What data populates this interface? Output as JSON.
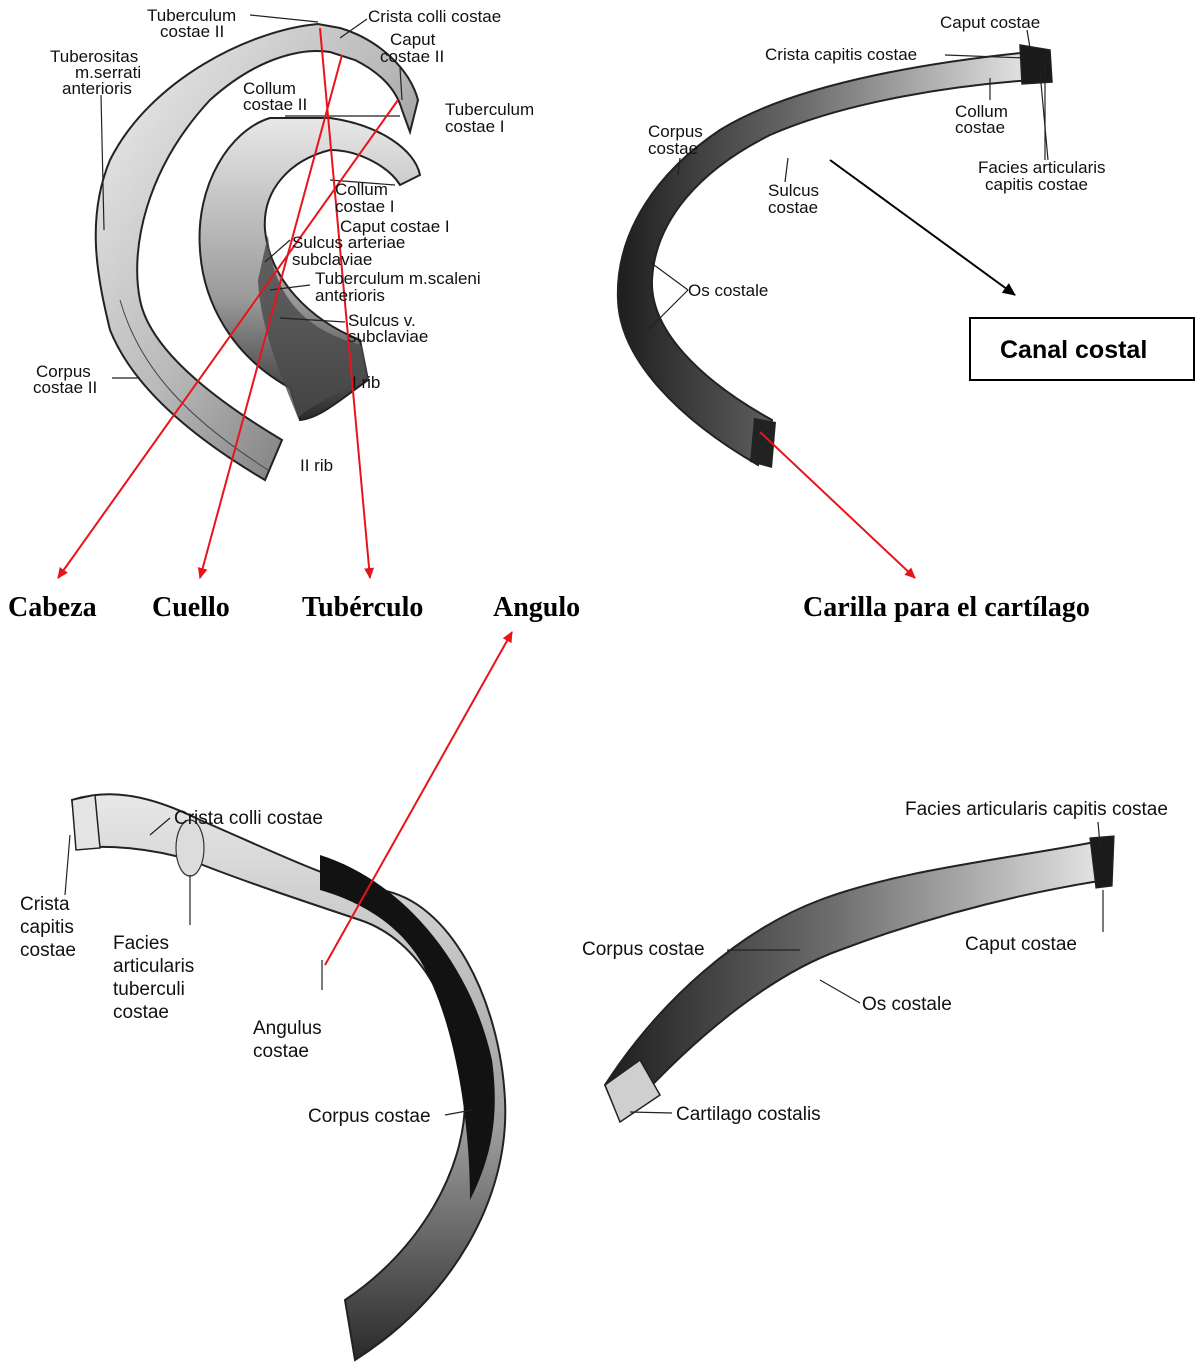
{
  "colors": {
    "pointer_red": "#e8141c",
    "pointer_black": "#000000",
    "bone_light": "#d9d9d9",
    "bone_dark": "#2b2b2b",
    "text": "#111111"
  },
  "captions": {
    "cabeza": "Cabeza",
    "cuello": "Cuello",
    "tuberculo": "Tubérculo",
    "angulo": "Angulo",
    "carilla": "Carilla para el cartílago",
    "canal_costal": "Canal costal"
  },
  "top_left_labels": {
    "tuberculum_costae_ii": [
      "Tuberculum",
      "costae II"
    ],
    "crista_colli_costae": "Crista colli costae",
    "caput_costae_ii": [
      "Caput",
      "costae II"
    ],
    "tuberositas": [
      "Tuberositas",
      "m.serrati",
      "anterioris"
    ],
    "collum_costae_ii": [
      "Collum",
      "costae II"
    ],
    "tuberculum_costae_i": [
      "Tuberculum",
      "costae I"
    ],
    "collum_costae_i": [
      "Collum",
      "costae I"
    ],
    "caput_costae_i": "Caput costae I",
    "sulcus_arteriae": [
      "Sulcus arteriae",
      "subclaviae"
    ],
    "tuberculum_scaleni": [
      "Tuberculum m.scaleni",
      "anterioris"
    ],
    "sulcus_v": [
      "Sulcus v.",
      "subclaviae"
    ],
    "corpus_costae_ii": [
      "Corpus",
      "costae II"
    ],
    "i_rib": "I rib",
    "ii_rib": "II rib"
  },
  "top_right_labels": {
    "caput_costae": "Caput costae",
    "crista_capitis_costae": "Crista capitis costae",
    "collum_costae": [
      "Collum",
      "costae"
    ],
    "corpus_costae": [
      "Corpus",
      "costae"
    ],
    "sulcus_costae": [
      "Sulcus",
      "costae"
    ],
    "facies_articularis": [
      "Facies articularis",
      "capitis costae"
    ],
    "os_costale": "Os costale"
  },
  "bottom_left_labels": {
    "crista_colli_costae": "Crista colli costae",
    "crista_capitis_costae": [
      "Crista",
      "capitis",
      "costae"
    ],
    "facies_articularis_tuberculi": [
      "Facies",
      "articularis",
      "tuberculi",
      "costae"
    ],
    "angulus_costae": [
      "Angulus",
      "costae"
    ],
    "corpus_costae": "Corpus costae"
  },
  "bottom_right_labels": {
    "facies_articularis_capitis": "Facies articularis capitis costae",
    "corpus_costae": "Corpus costae",
    "caput_costae": "Caput costae",
    "os_costale": "Os costale",
    "cartilago_costalis": "Cartilago costalis"
  }
}
